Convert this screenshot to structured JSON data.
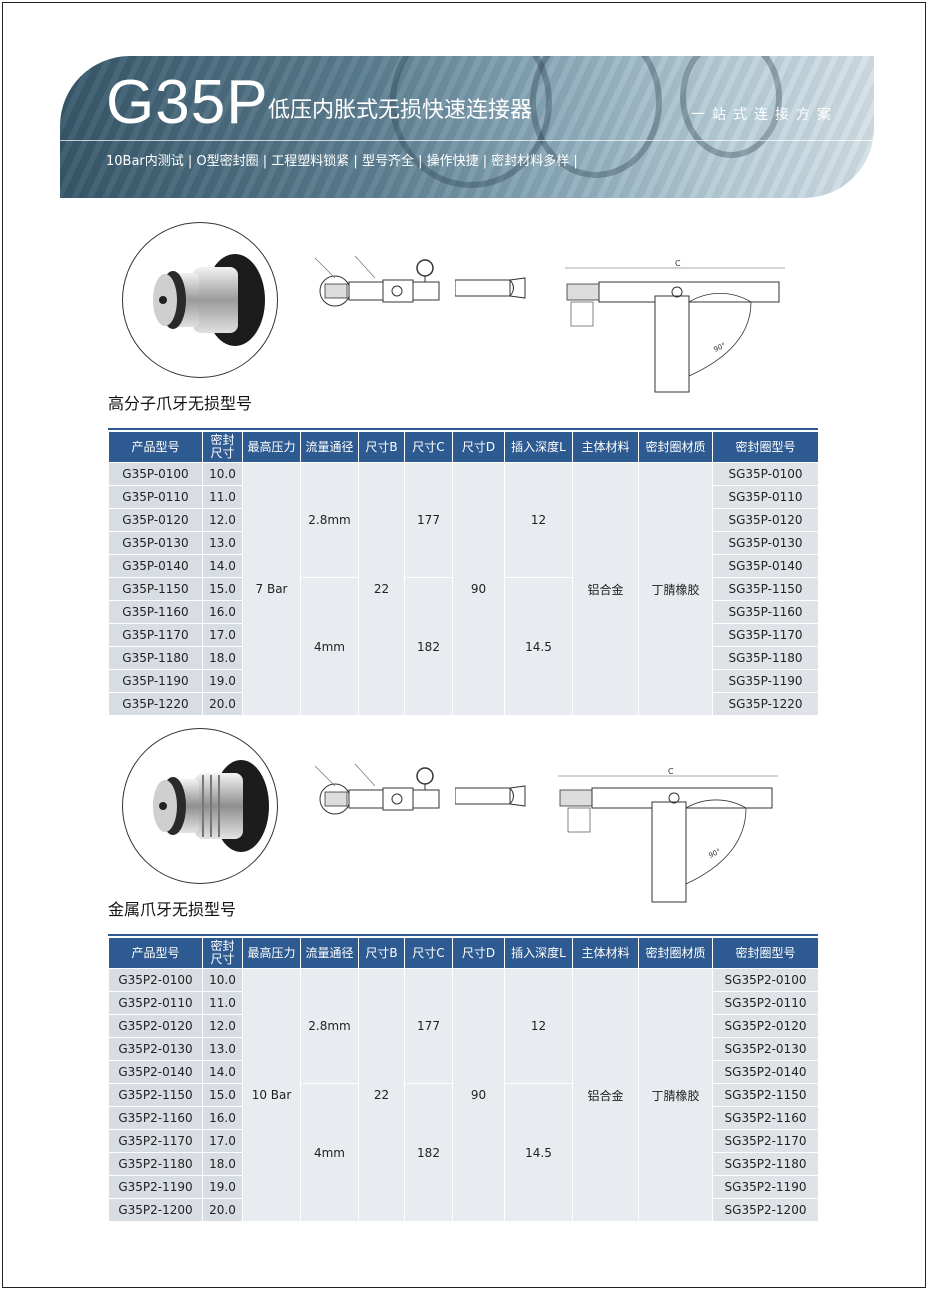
{
  "banner": {
    "title": "G35P",
    "subtitle": "低压内胀式无损快速连接器",
    "slogan": "一站式连接方案",
    "features": "10Bar内测试 | O型密封圈 | 工程塑料锁紧 | 型号齐全 | 操作快捷 | 密封材料多样 |"
  },
  "drawing_labels": {
    "dim_c": "C",
    "angle": "90°"
  },
  "sections": [
    {
      "heading": "高分子爪牙无损型号",
      "headers": [
        "产品型号",
        "密封尺寸",
        "最高压力",
        "流量通径",
        "尺寸B",
        "尺寸C",
        "尺寸D",
        "插入深度L",
        "主体材料",
        "密封圈材质",
        "密封圈型号"
      ],
      "models": [
        "G35P-0100",
        "G35P-0110",
        "G35P-0120",
        "G35P-0130",
        "G35P-0140",
        "G35P-1150",
        "G35P-1160",
        "G35P-1170",
        "G35P-1180",
        "G35P-1190",
        "G35P-1220"
      ],
      "seal_sizes": [
        "10.0",
        "11.0",
        "12.0",
        "13.0",
        "14.0",
        "15.0",
        "16.0",
        "17.0",
        "18.0",
        "19.0",
        "20.0"
      ],
      "pressure": "7 Bar",
      "flow_a": "2.8mm",
      "flow_b": "4mm",
      "size_b": "22",
      "size_c_a": "177",
      "size_c_b": "182",
      "size_d": "90",
      "depth_a": "12",
      "depth_b": "14.5",
      "body_material": "铝合金",
      "seal_material": "丁腈橡胶",
      "seal_models": [
        "SG35P-0100",
        "SG35P-0110",
        "SG35P-0120",
        "SG35P-0130",
        "SG35P-0140",
        "SG35P-1150",
        "SG35P-1160",
        "SG35P-1170",
        "SG35P-1180",
        "SG35P-1190",
        "SG35P-1220"
      ]
    },
    {
      "heading": "金属爪牙无损型号",
      "headers": [
        "产品型号",
        "密封尺寸",
        "最高压力",
        "流量通径",
        "尺寸B",
        "尺寸C",
        "尺寸D",
        "插入深度L",
        "主体材料",
        "密封圈材质",
        "密封圈型号"
      ],
      "models": [
        "G35P2-0100",
        "G35P2-0110",
        "G35P2-0120",
        "G35P2-0130",
        "G35P2-0140",
        "G35P2-1150",
        "G35P2-1160",
        "G35P2-1170",
        "G35P2-1180",
        "G35P2-1190",
        "G35P2-1200"
      ],
      "seal_sizes": [
        "10.0",
        "11.0",
        "12.0",
        "13.0",
        "14.0",
        "15.0",
        "16.0",
        "17.0",
        "18.0",
        "19.0",
        "20.0"
      ],
      "pressure": "10 Bar",
      "flow_a": "2.8mm",
      "flow_b": "4mm",
      "size_b": "22",
      "size_c_a": "177",
      "size_c_b": "182",
      "size_d": "90",
      "depth_a": "12",
      "depth_b": "14.5",
      "body_material": "铝合金",
      "seal_material": "丁腈橡胶",
      "seal_models": [
        "SG35P2-0100",
        "SG35P2-0110",
        "SG35P2-0120",
        "SG35P2-0130",
        "SG35P2-0140",
        "SG35P2-1150",
        "SG35P2-1160",
        "SG35P2-1170",
        "SG35P2-1180",
        "SG35P2-1190",
        "SG35P2-1200"
      ]
    }
  ],
  "colors": {
    "header_blue": "#2d5a91",
    "cell_gray": "#d8dde3",
    "banner_dark": "#37586b"
  }
}
